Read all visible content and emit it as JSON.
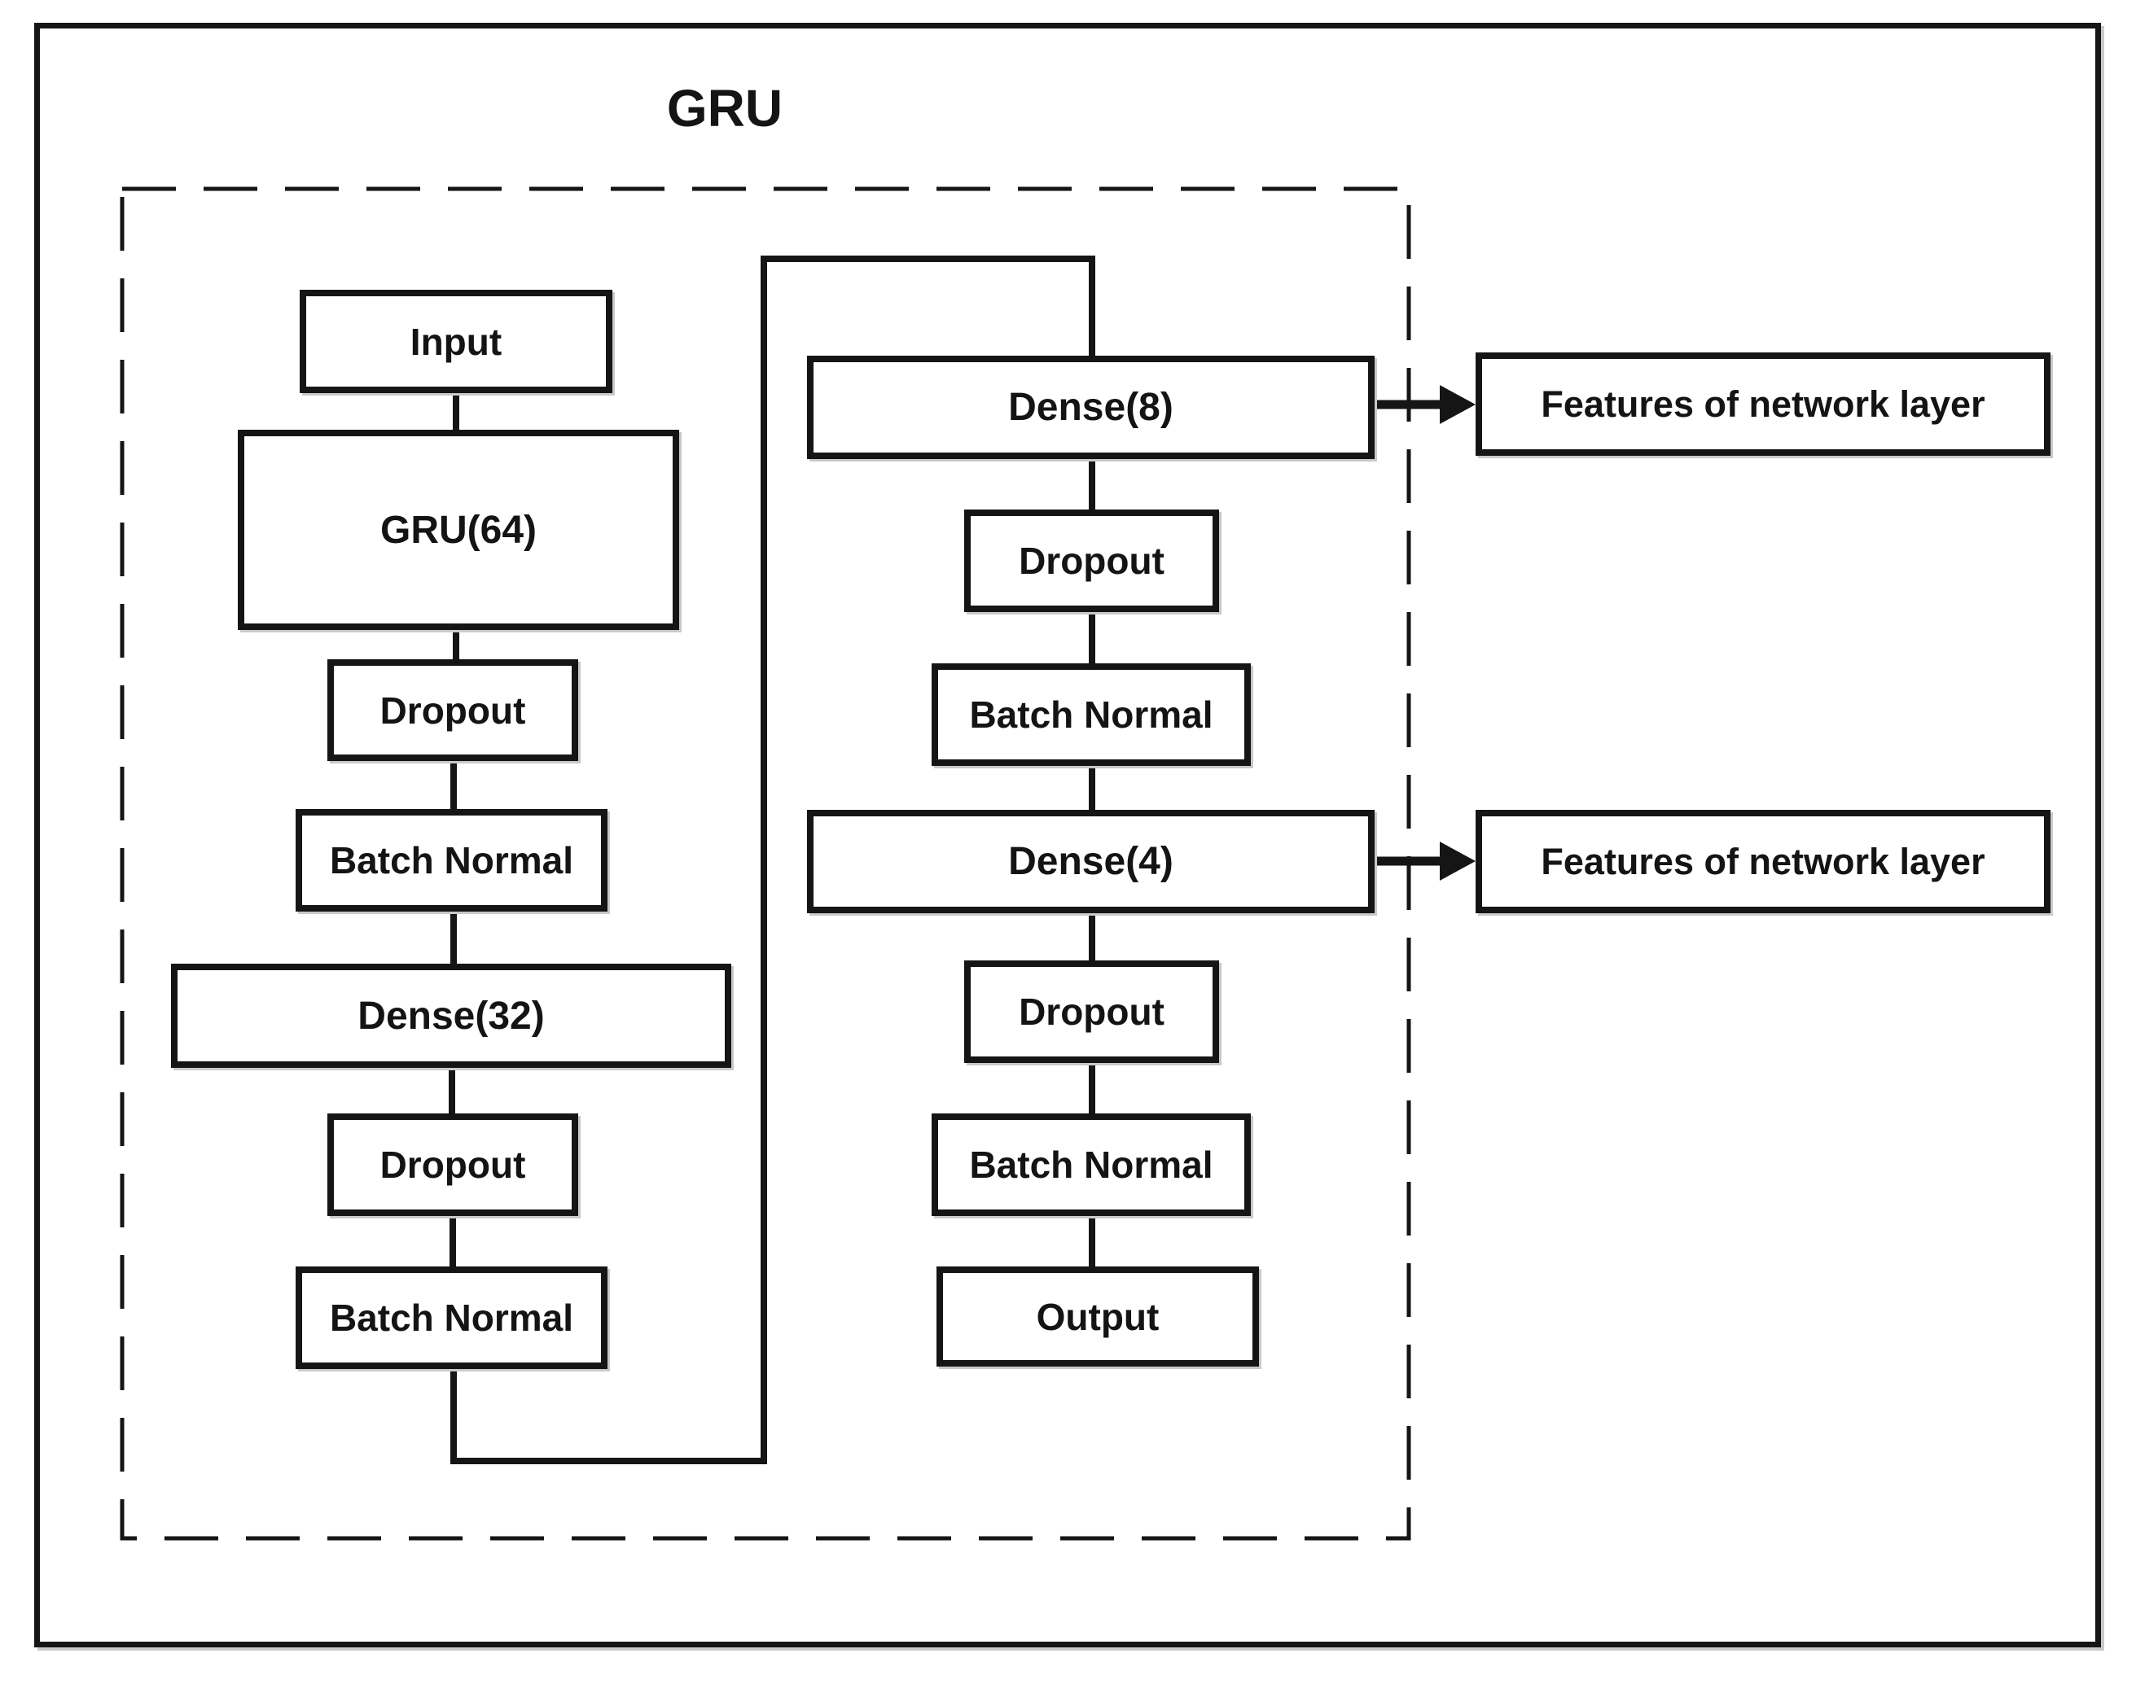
{
  "title": "GRU",
  "left_column": {
    "input": "Input",
    "gru": "GRU(64)",
    "dropout_a": "Dropout",
    "batch_normal_a": "Batch Normal",
    "dense": "Dense(32)",
    "dropout_b": "Dropout",
    "batch_normal_b": "Batch Normal"
  },
  "right_column": {
    "dense_8": "Dense(8)",
    "dropout_a": "Dropout",
    "batch_normal_a": "Batch Normal",
    "dense_4": "Dense(4)",
    "dropout_b": "Dropout",
    "batch_normal_b": "Batch Normal",
    "output": "Output"
  },
  "side_labels": {
    "features_top": "Features of network layer",
    "features_bottom": "Features of network layer"
  },
  "colors": {
    "stroke": "#151515",
    "background": "#ffffff",
    "shadow": "#c9c9c9"
  }
}
